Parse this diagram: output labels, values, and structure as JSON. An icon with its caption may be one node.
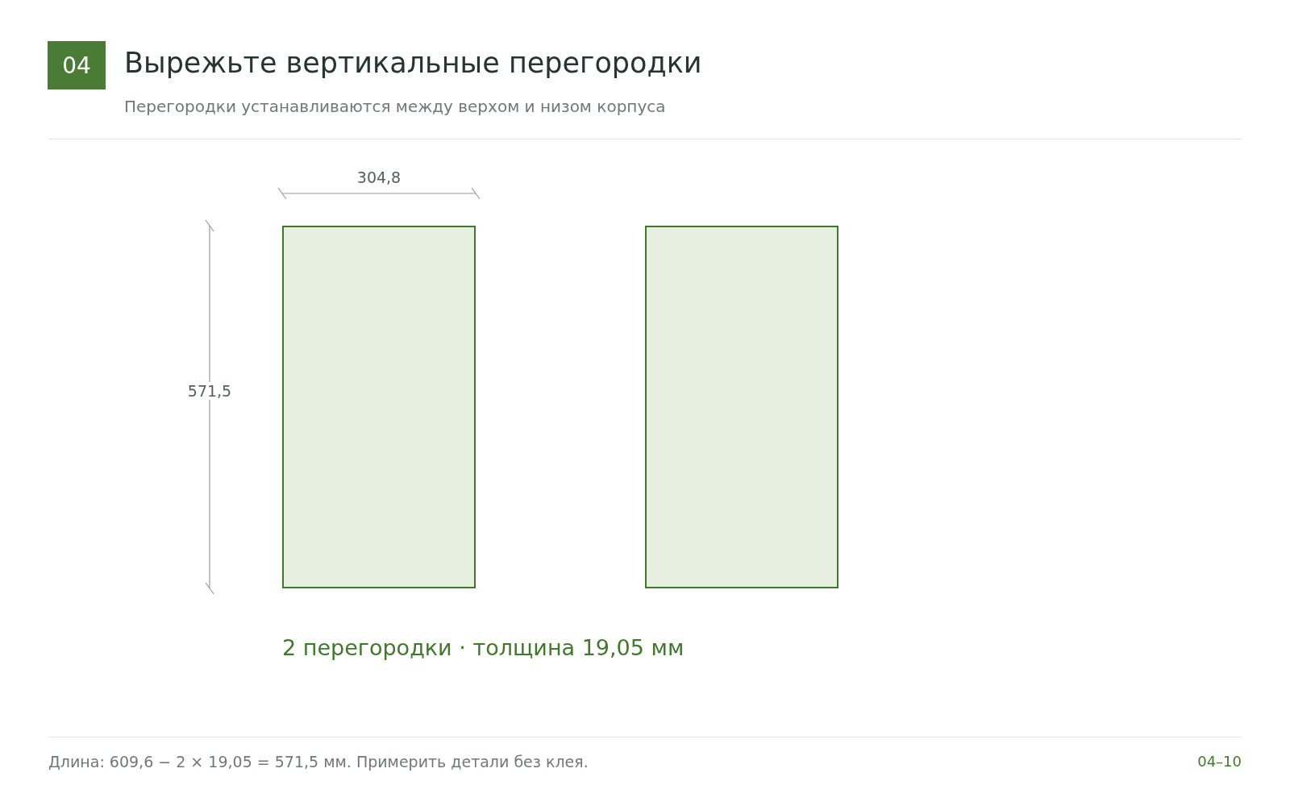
{
  "diagram": {
    "title": "Вырежьте вертикальные перегородки",
    "nodes": [
      {
        "text": [
          "04"
        ]
      },
      {
        "text": [],
        "shape": "box"
      },
      {
        "text": [],
        "shape": "box"
      }
    ],
    "edges": [],
    "labels": [
      "Перегородки устанавливаются между верхом и низом корпуса",
      "304,8",
      "571,5",
      "2 перегородки · толщина 19,05 мм",
      "Длина: 609,6 − 2 × 19,05 = 571,5 мм. Примерить детали без клея.",
      "04–10"
    ]
  }
}
